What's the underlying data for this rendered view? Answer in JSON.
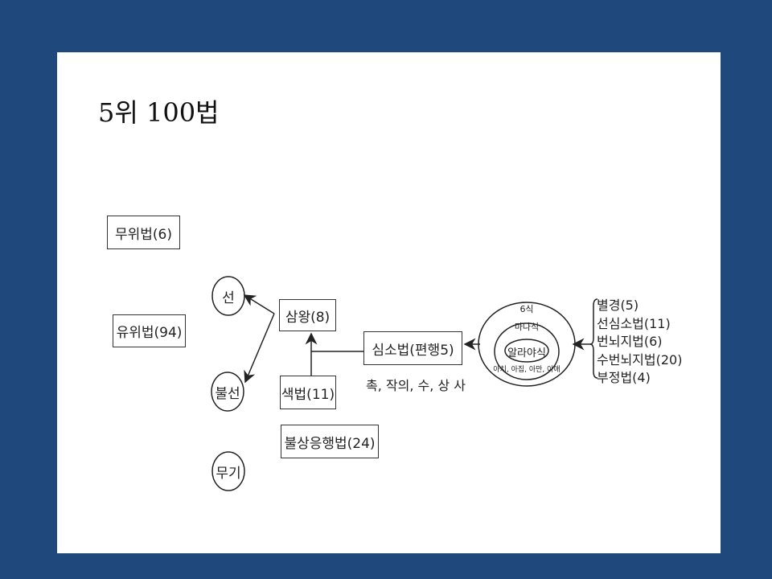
{
  "title": "5위 100법",
  "boxes": {
    "muwi": "무위법(6)",
    "yuwi": "유위법(94)",
    "samwang": "삼왕(8)",
    "saek": "색법(11)",
    "bulsang": "불상응행법(24)",
    "simso": "심소법(편행5)"
  },
  "circles": {
    "seon": "선",
    "bulseon": "불선",
    "mugi": "무기"
  },
  "simso_note": "촉, 작의, 수, 상 사",
  "consciousness": {
    "outer": "6식",
    "middle": "마나식",
    "inner": "알라야식",
    "defilements": "아치, 아집, 아만, 아애"
  },
  "list": [
    "별경(5)",
    "선심소법(11)",
    "번뇌지법(6)",
    "수번뇌지법(20)",
    "부정법(4)"
  ]
}
